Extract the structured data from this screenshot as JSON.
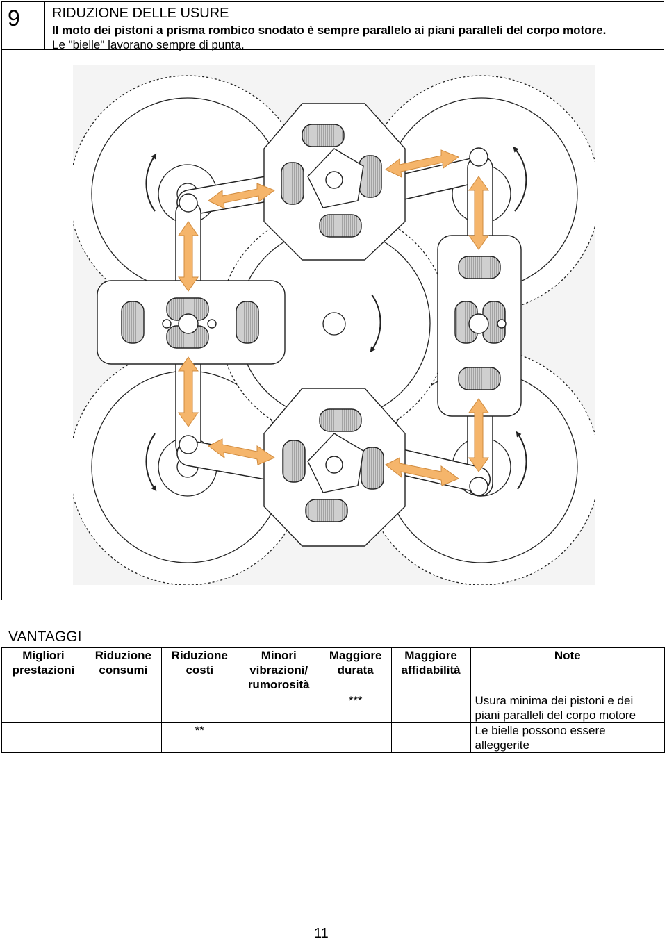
{
  "header": {
    "number": "9",
    "title": "RIDUZIONE DELLE USURE",
    "subtitle_line1": "Il moto dei pistoni a prisma rombico snodato è sempre parallelo ai piani paralleli del corpo motore.",
    "subtitle_line2": "Le \"bielle\" lavorano sempre di punta."
  },
  "figure": {
    "accent_color": "#f5b56b",
    "line_color": "#222222"
  },
  "advantages": {
    "title": "VANTAGGI",
    "columns": [
      [
        "Migliori",
        "prestazioni"
      ],
      [
        "Riduzione",
        "consumi"
      ],
      [
        "Riduzione",
        "costi"
      ],
      [
        "Minori",
        "vibrazioni/",
        "rumorosità"
      ],
      [
        "Maggiore",
        "durata"
      ],
      [
        "Maggiore",
        "affidabilità"
      ],
      [
        "Note"
      ]
    ],
    "rows": [
      {
        "marks": [
          "",
          "",
          "",
          "",
          "***",
          ""
        ],
        "note": [
          "Usura minima dei pistoni e dei",
          "piani paralleli del corpo motore"
        ]
      },
      {
        "marks": [
          "",
          "",
          "**",
          "",
          "",
          ""
        ],
        "note": [
          "Le bielle possono essere",
          "alleggerite"
        ]
      }
    ]
  },
  "page_number": "11"
}
